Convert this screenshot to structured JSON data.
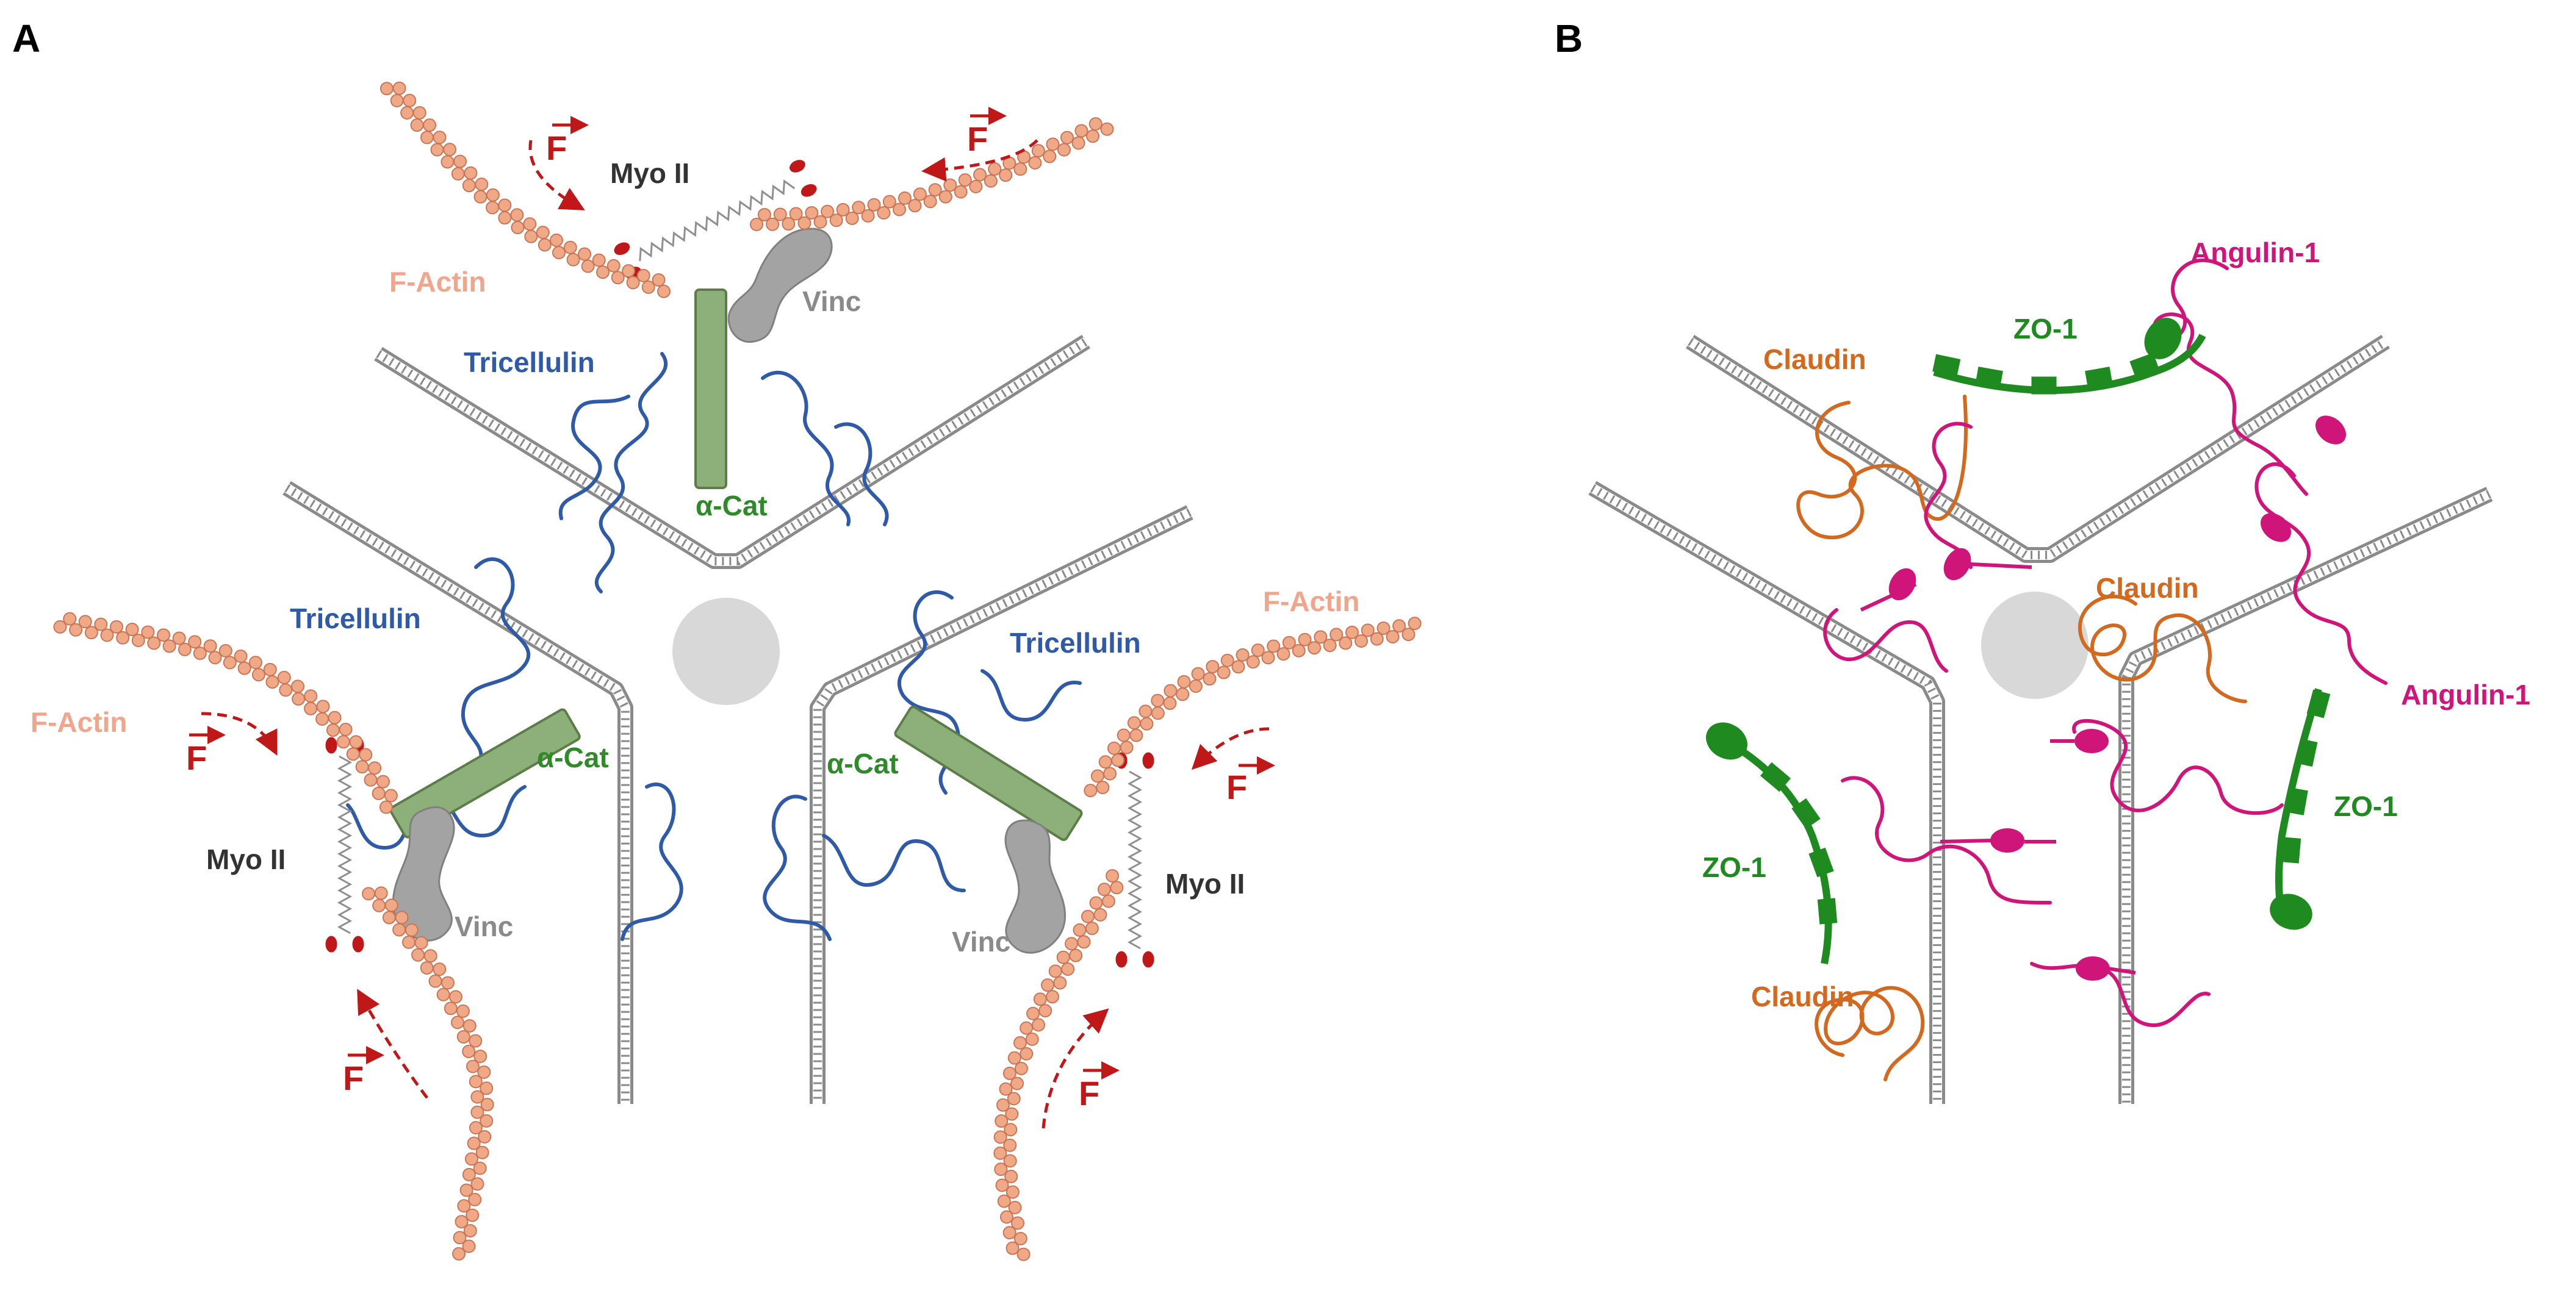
{
  "colors": {
    "actin": "#f0a987",
    "actin_stroke": "#d48563",
    "actin_label": "#f2a58a",
    "force": "#c01818",
    "myosin_head": "#c01818",
    "myosin_tail": "#8f8f8f",
    "vinculin": "#a3a3a3",
    "alpha_catenin": "#8db07a",
    "alpha_catenin_label": "#2f8a2a",
    "tricellulin": "#2e5aa8",
    "membrane": "#9a9a9a",
    "pore": "#d8d8d8",
    "claudin": "#d2691e",
    "zo1": "#1f8a1f",
    "angulin": "#d0157a",
    "dark_label": "#333333"
  },
  "panel_a": {
    "letter": "A",
    "labels": {
      "myo_top": "Myo II",
      "myo_left": "Myo II",
      "myo_right": "Myo II",
      "factin_top": "F-Actin",
      "factin_left": "F-Actin",
      "factin_right": "F-Actin",
      "vinc_top": "Vinc",
      "vinc_left": "Vinc",
      "vinc_right": "Vinc",
      "tric_top": "Tricellulin",
      "tric_left": "Tricellulin",
      "tric_right": "Tricellulin",
      "acat_top": "α-Cat",
      "acat_left": "α-Cat",
      "acat_right": "α-Cat",
      "force": "F"
    }
  },
  "panel_b": {
    "letter": "B",
    "labels": {
      "claudin_top": "Claudin",
      "claudin_mid": "Claudin",
      "claudin_bottom": "Claudin",
      "zo1_top": "ZO-1",
      "zo1_left": "ZO-1",
      "zo1_right": "ZO-1",
      "angulin_top": "Angulin-1",
      "angulin_right": "Angulin-1"
    }
  }
}
